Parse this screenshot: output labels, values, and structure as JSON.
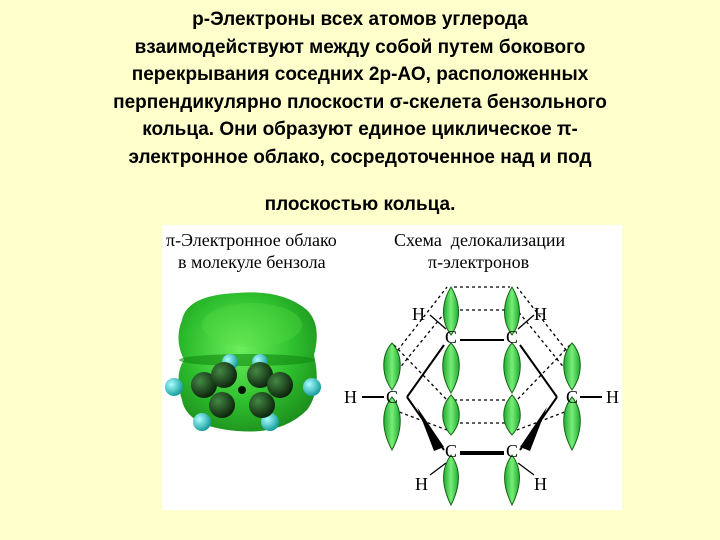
{
  "paragraph": {
    "lines": [
      "р-Электроны всех атомов углерода",
      "взаимодействуют между собой путем бокового",
      "перекрывания соседних 2р-АО, расположенных",
      "перпендикулярно плоскости σ-скелета бензольного",
      "кольца. Они образуют единое циклическое π-",
      "электронное облако, сосредоточенное над и под"
    ],
    "last_line": "плоскостью кольца."
  },
  "figure": {
    "left_caption": [
      "π-Электронное облако",
      "в молекуле бензола"
    ],
    "right_caption": [
      "Схема  делокализации",
      "π-электронов"
    ],
    "atom_c": "C",
    "atom_h": "H"
  },
  "colors": {
    "background": "#ffffcc",
    "cloud_green": "#22bb22",
    "orbital_green": "#33cc44",
    "hydrogen_teal": "#22cccc"
  }
}
